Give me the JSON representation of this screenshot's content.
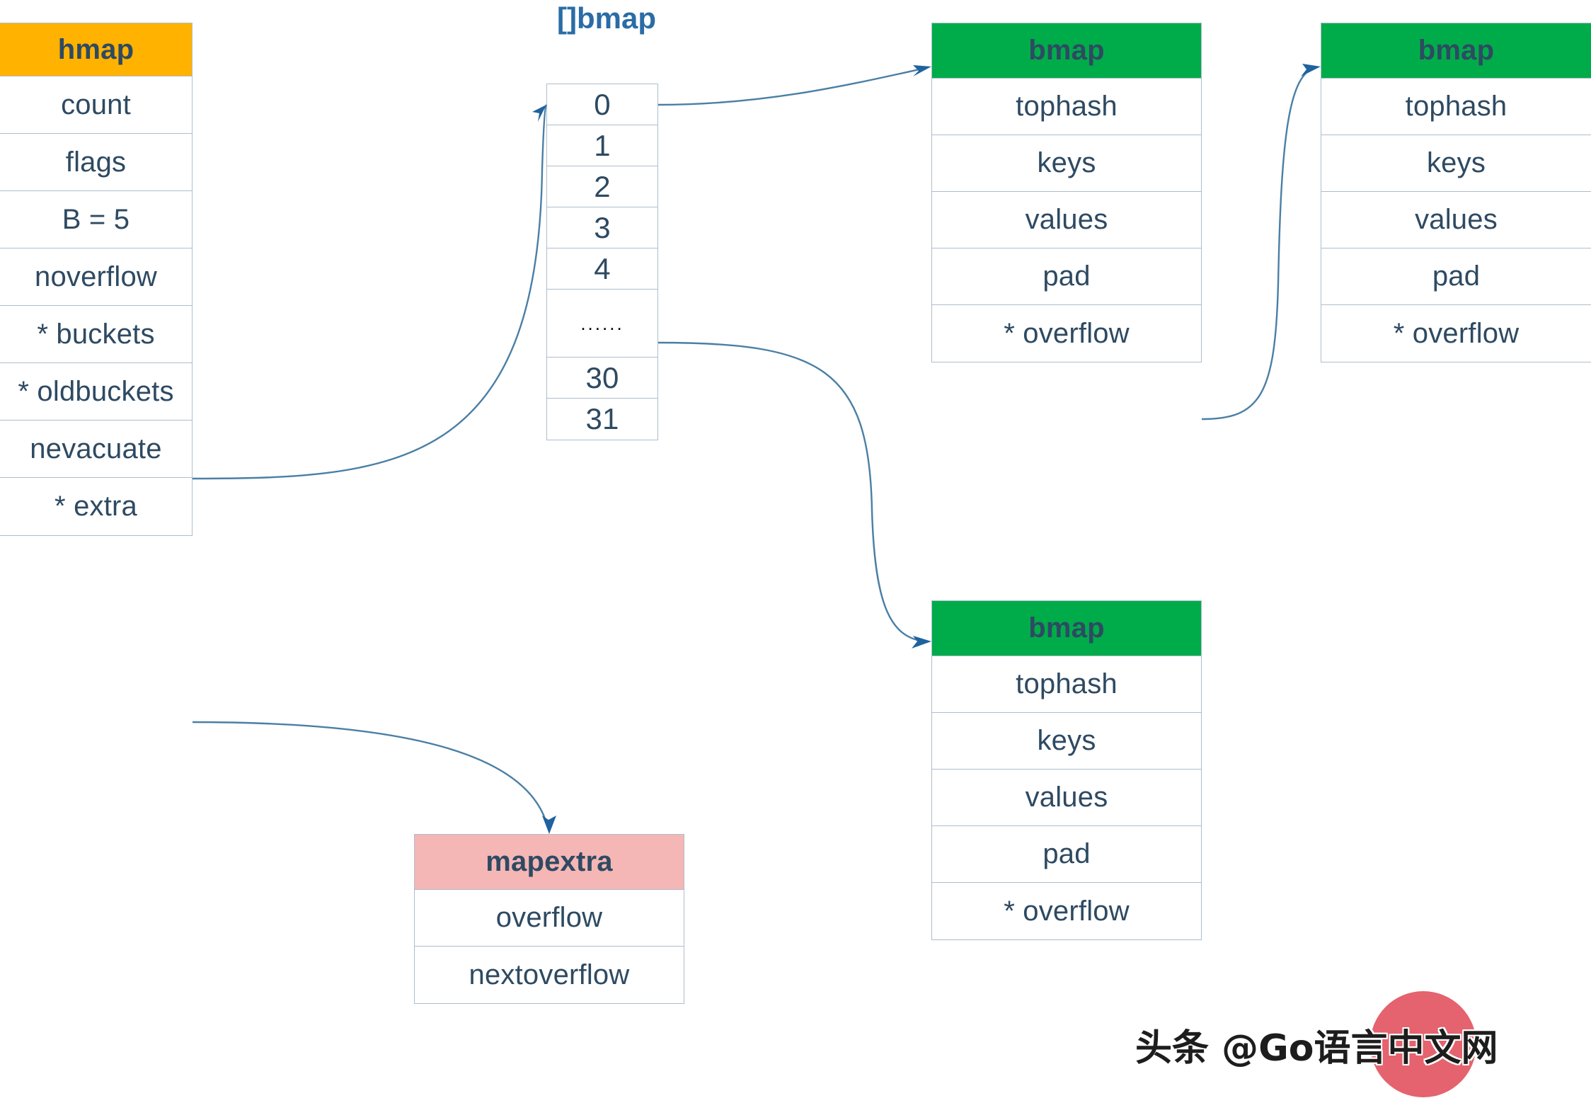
{
  "diagram": {
    "title": "Go map runtime structure",
    "colors": {
      "hmap_header": "#ffb200",
      "bmap_header": "#00ac4a",
      "mapextra_header": "#f5b6b6",
      "border": "#aebdcc",
      "text": "#2e4a62",
      "slice_title": "#2a6ca6",
      "connector": "#4a7fa5",
      "arrowhead": "#1f62a0",
      "watermark_circle": "#e4636e"
    }
  },
  "hmap": {
    "header": "hmap",
    "fields": [
      "count",
      "flags",
      "B = 5",
      "noverflow",
      "* buckets",
      "* oldbuckets",
      "nevacuate",
      "* extra"
    ]
  },
  "bmap_slice": {
    "title": "[]bmap",
    "cells": [
      "0",
      "1",
      "2",
      "3",
      "4",
      "......",
      "30",
      "31"
    ]
  },
  "bmap_a": {
    "header": "bmap",
    "fields": [
      "tophash",
      "keys",
      "values",
      "pad",
      "* overflow"
    ]
  },
  "bmap_b": {
    "header": "bmap",
    "fields": [
      "tophash",
      "keys",
      "values",
      "pad",
      "* overflow"
    ]
  },
  "bmap_c": {
    "header": "bmap",
    "fields": [
      "tophash",
      "keys",
      "values",
      "pad",
      "* overflow"
    ]
  },
  "mapextra": {
    "header": "mapextra",
    "fields": [
      "overflow",
      "nextoverflow"
    ]
  },
  "watermark": {
    "text": "头条 @Go语言中文网"
  }
}
